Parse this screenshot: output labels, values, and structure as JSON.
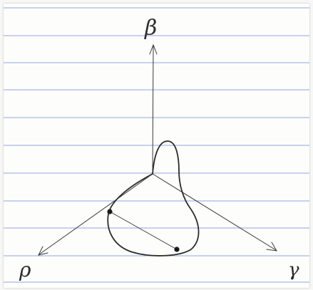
{
  "diagram": {
    "axis_labels": {
      "beta": "β",
      "rho": "ρ",
      "gamma": "γ"
    },
    "colors": {
      "paper": "#fdfdfb",
      "rule_line": "#a9b7e6",
      "ink": "#2c2c2c"
    }
  }
}
